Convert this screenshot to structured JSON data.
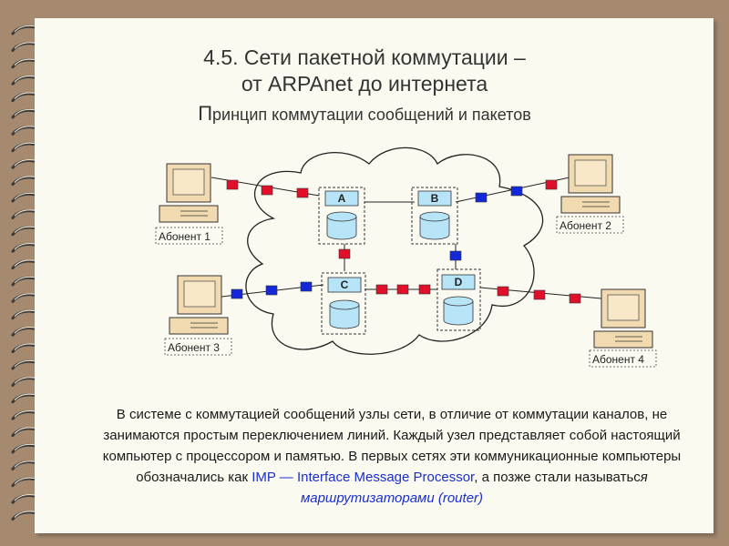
{
  "title": {
    "line1": "4.5. Сети пакетной коммутации –",
    "line2": "от ARPAnet до интернета"
  },
  "subtitle": {
    "first_letter": "П",
    "rest": "ринцип коммутации сообщений и пакетов"
  },
  "diagram": {
    "nodes": [
      "A",
      "B",
      "C",
      "D"
    ],
    "subscribers": [
      "Абонент 1",
      "Абонент 2",
      "Абонент 3",
      "Абонент 4"
    ],
    "colors": {
      "packet_red": "#e0102a",
      "packet_blue": "#1428d8",
      "node_fill": "#b8e4f8"
    }
  },
  "body": {
    "part1": "В системе с коммутацией сообщений узлы сети, в отличие от коммутации каналов, не занимаются простым переключением линий. Каждый узел представляет собой настоящий компьютер с процессором и памятью.  В первых сетях эти коммуникационные компьютеры обозначались как ",
    "imp": "IMP — Interface Message Processor",
    "part2": ", а позже стали называтьс",
    "part3": "я ",
    "router": "маршрутизаторами (router)"
  }
}
